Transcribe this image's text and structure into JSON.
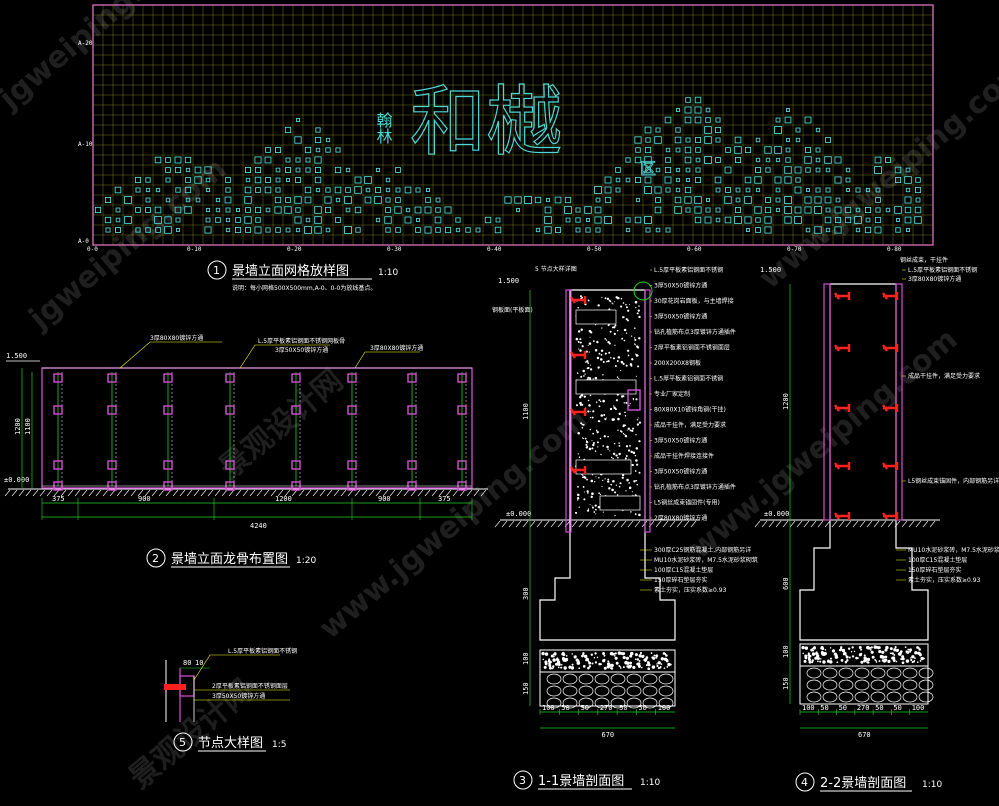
{
  "colors": {
    "background": "#000000",
    "grid": "#c8c832",
    "pattern": "#4fd6d6",
    "frame": "#d24fd2",
    "line": "#ffffff",
    "red_anchor": "#ff2020",
    "green_line": "#22d022",
    "leader": "#ffff00"
  },
  "panel1": {
    "num": "1",
    "title": "景墙立面网格放样图",
    "scale": "1:10",
    "subnote": "说明：每小网格500X500mm,A-0、0-0为放线基点。",
    "calligraphy": "和樾",
    "small_text_left": "翰林",
    "small_text_right": "区",
    "axis_y": [
      "A-20",
      "A-10",
      "A-0"
    ],
    "axis_x": [
      "0-0",
      "0-10",
      "0-20",
      "0-30",
      "0-40",
      "0-50",
      "0-60",
      "0-70",
      "0-80"
    ]
  },
  "panel2": {
    "num": "2",
    "title": "景墙立面龙骨布置图",
    "scale": "1:20",
    "level_top": "1.500",
    "level_ground": "±0.000",
    "dims_bottom": [
      "375",
      "900",
      "1200",
      "900",
      "375"
    ],
    "dims_total": "4240",
    "dims_left": [
      "1200",
      "1100"
    ],
    "notes": [
      "3厚80X80镀锌方通",
      "L.5厚平板素铝钢面不锈钢网板骨",
      "3厚50X50镀锌方通",
      "3厚80X80镀锌方通"
    ]
  },
  "panel5": {
    "num": "5",
    "title": "节点大样图",
    "scale": "1:5",
    "notes": [
      "L.5厚平板素铝钢面不锈钢",
      "2厚平板素铝钢面不锈钢面层",
      "3厚50X50镀锌方通"
    ],
    "dims": [
      "80",
      "10"
    ]
  },
  "panel3": {
    "num": "3",
    "title": "1-1景墙剖面图",
    "scale": "1:10",
    "level_top": "1.500",
    "level_ground": "±0.000",
    "callout": "5  节点大样详图",
    "notes": [
      "L.5厚平板素铝钢面不锈钢",
      "3厚50X50镀锌方通",
      "30厚花岗岩面板，与主墙焊接",
      "3厚50X50镀锌方通",
      "钻孔植筋布点3厚镀锌方通插件",
      "2厚平板素铝钢面不锈钢面层",
      "200X200X8钢板",
      "L.5厚平板素铝钢面不锈钢",
      "专业厂家定制",
      "80X80X10镀锌角钢(干挂)",
      "成品干挂件，满足受力要求",
      "3厚50X50镀锌方通",
      "成品干挂件焊接连接件",
      "3厚50X50镀锌方通",
      "钻孔植筋布点3厚镀锌方通插件",
      "L5钢丝成束锚固件(专用)",
      "2厚80X80镀锌方通",
      "300厚C25钢筋混凝土,内部钢筋另详",
      "MU10水泥砂浆砖，M7.5水泥砂浆砌筑",
      "100厚C15混凝土垫层",
      "150厚碎石垫层夯实",
      "素土夯实，压实系数≥0.93"
    ],
    "dims_left": [
      "1100",
      "300",
      "100",
      "150"
    ],
    "dims_bottom": [
      "100",
      "50",
      "50",
      "270",
      "50",
      "50",
      "100"
    ],
    "dims_total": "670",
    "side_label": "钢板面(平板面)"
  },
  "panel4": {
    "num": "4",
    "title": "2-2景墙剖面图",
    "scale": "1:10",
    "level_top": "1.500",
    "level_ground": "±0.000",
    "notes": [
      "L.5厚平板素铝钢面不锈钢",
      "3厚80X80镀锌方通",
      "成品干挂件，满足受力要求",
      "L5钢丝成束锚固件，内部钢筋另详",
      "MU10水泥砂浆砖，M7.5水泥砂浆砌筑",
      "100厚C15混凝土垫层",
      "150厚碎石垫层夯实",
      "素土夯实，压实系数≥0.93"
    ],
    "top_note": "钢丝成束，干挂件",
    "dims_left": [
      "1200",
      "600",
      "100",
      "150"
    ],
    "dims_bottom": [
      "100",
      "50",
      "50",
      "270",
      "50",
      "50",
      "100"
    ],
    "dims_total": "670"
  },
  "watermarks": [
    "jgweiping.com",
    "景观设计网",
    "www.jgweiping.com"
  ]
}
